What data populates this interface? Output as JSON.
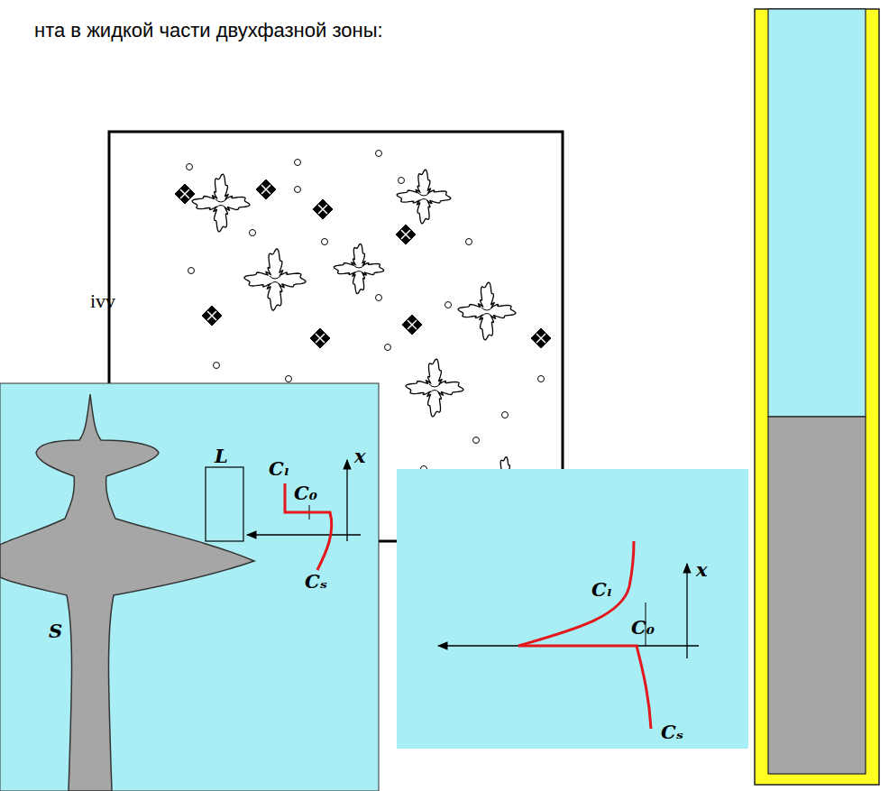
{
  "diagram": {
    "labels": [
      "нта в жидкой части двухфазной зоны:",
      "ivv",
      "L",
      "S",
      "Cₗ",
      "C₀",
      "Cₛ",
      "x",
      "Cₗ",
      "C₀",
      "Cₛ",
      "x"
    ]
  }
}
